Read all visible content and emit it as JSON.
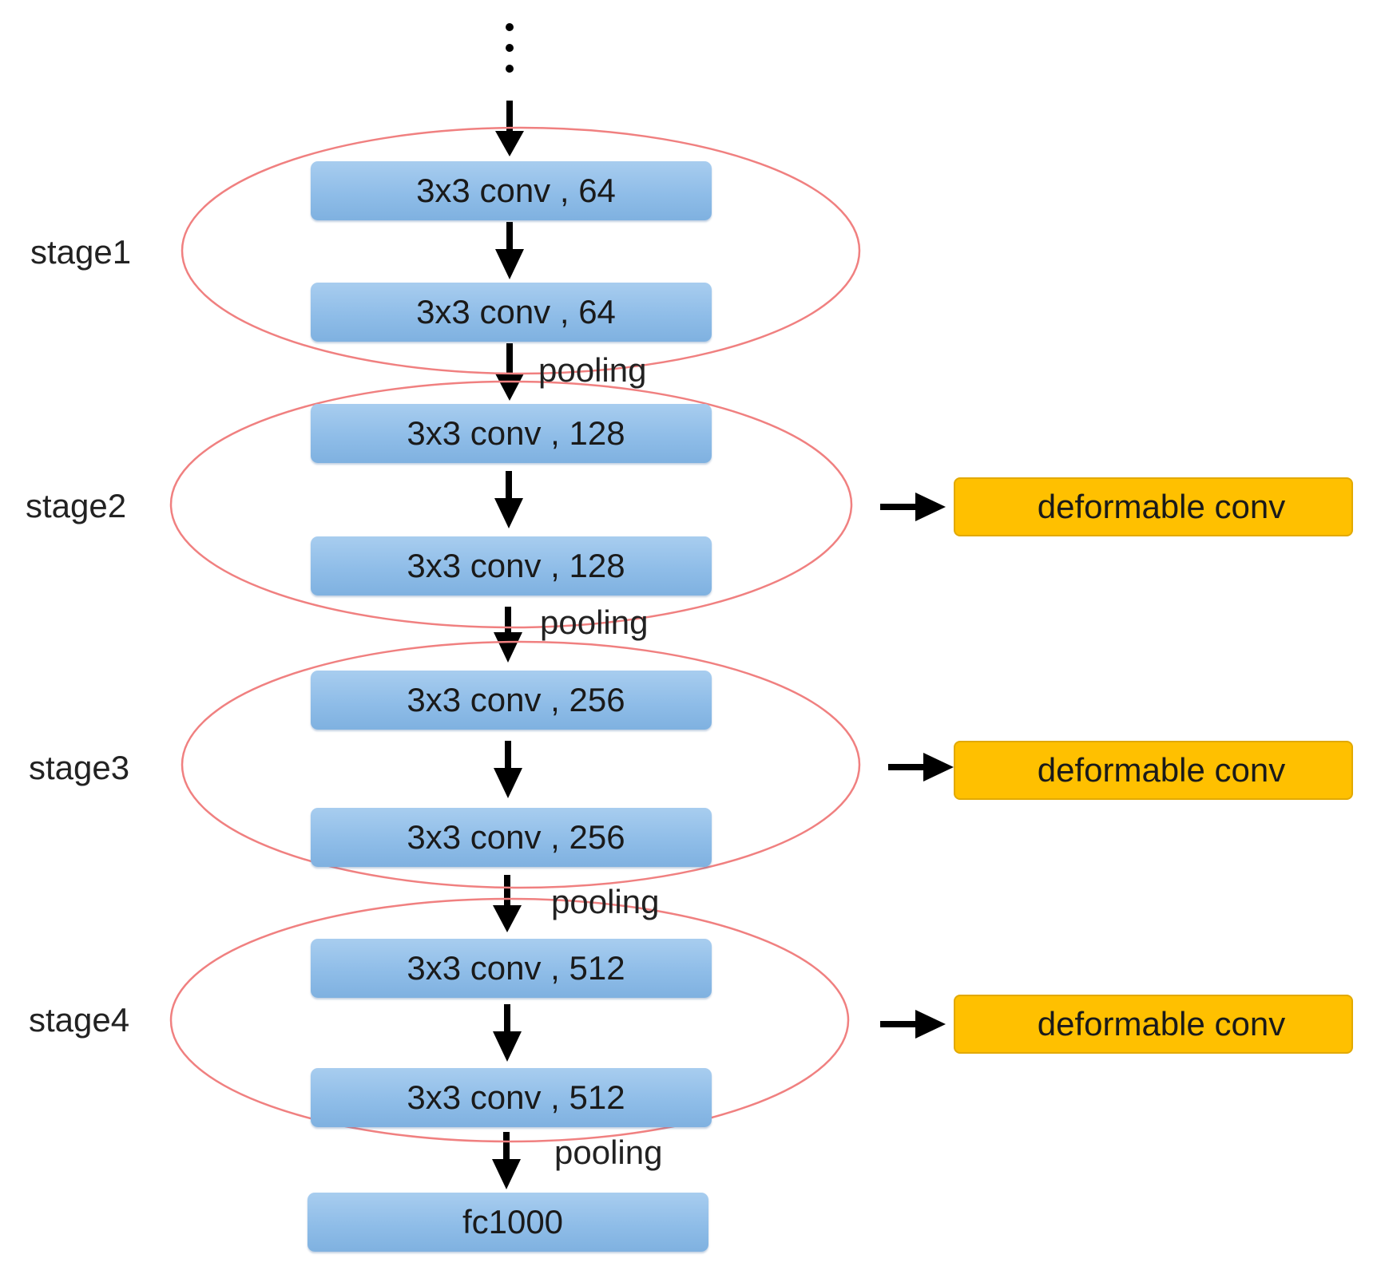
{
  "layers": [
    {
      "label": "3x3 conv , 64"
    },
    {
      "label": "3x3 conv , 64"
    },
    {
      "label": "3x3 conv , 128"
    },
    {
      "label": "3x3 conv , 128"
    },
    {
      "label": "3x3 conv , 256"
    },
    {
      "label": "3x3 conv , 256"
    },
    {
      "label": "3x3 conv , 512"
    },
    {
      "label": "3x3 conv , 512"
    },
    {
      "label": "fc1000"
    }
  ],
  "stages": [
    {
      "label": "stage1"
    },
    {
      "label": "stage2"
    },
    {
      "label": "stage3"
    },
    {
      "label": "stage4"
    }
  ],
  "pooling": [
    {
      "label": "pooling"
    },
    {
      "label": "pooling"
    },
    {
      "label": "pooling"
    },
    {
      "label": "pooling"
    }
  ],
  "deformable": [
    {
      "label": "deformable conv"
    },
    {
      "label": "deformable conv"
    },
    {
      "label": "deformable conv"
    }
  ],
  "colors": {
    "conv_box": "#8fbde8",
    "deformable_box": "#ffc000",
    "stage_ellipse": "#f08080",
    "arrow": "#000000"
  }
}
